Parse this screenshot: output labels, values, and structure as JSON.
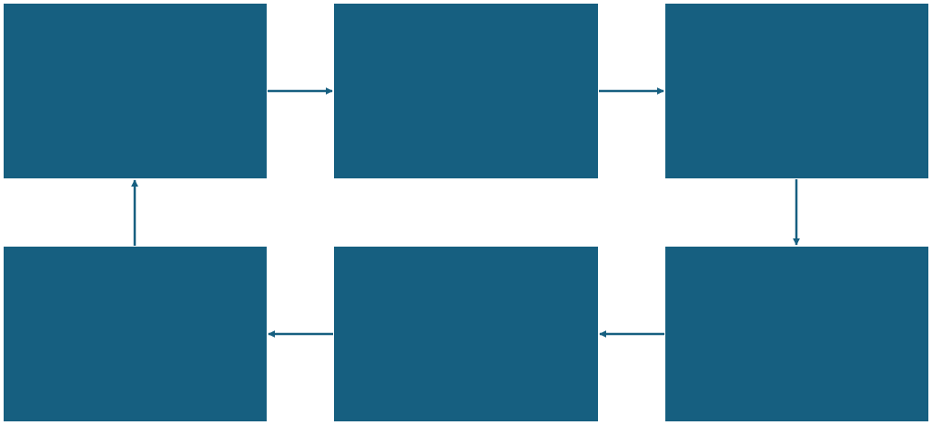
{
  "colors": {
    "background": "#ffffff",
    "box_fill": "#165f80",
    "arrow": "#165f80",
    "label_text": "#ffffff"
  },
  "boxes": [
    {
      "id": "top-left",
      "label": ""
    },
    {
      "id": "top-middle",
      "label": ""
    },
    {
      "id": "top-right",
      "label": ""
    },
    {
      "id": "bottom-right",
      "label": ""
    },
    {
      "id": "bottom-middle",
      "label": ""
    },
    {
      "id": "bottom-left",
      "label": ""
    }
  ],
  "flow": [
    {
      "from": "top-left",
      "to": "top-middle"
    },
    {
      "from": "top-middle",
      "to": "top-right"
    },
    {
      "from": "top-right",
      "to": "bottom-right"
    },
    {
      "from": "bottom-right",
      "to": "bottom-middle"
    },
    {
      "from": "bottom-middle",
      "to": "bottom-left"
    },
    {
      "from": "bottom-left",
      "to": "top-left"
    }
  ]
}
